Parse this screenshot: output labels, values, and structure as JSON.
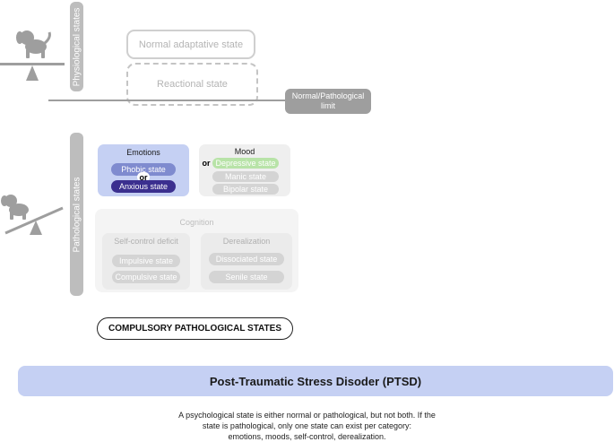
{
  "physiological": {
    "axis_label": "Physiological states",
    "normal_state": "Normal adaptative state",
    "reactional_state": "Reactional state",
    "limit_label_line1": "Normal/Pathological",
    "limit_label_line2": "limit"
  },
  "pathological": {
    "axis_label": "Pathological states",
    "emotions": {
      "title": "Emotions",
      "items": [
        "Phobic state",
        "Anxious state"
      ],
      "connector": "or"
    },
    "mood": {
      "title": "Mood",
      "connector": "or",
      "items": [
        "Depressive state",
        "Manic state",
        "Bipolar state"
      ]
    },
    "cognition": {
      "title": "Cognition",
      "self_control": {
        "title": "Self-control deficit",
        "items": [
          "Impulsive state",
          "Compulsive state"
        ]
      },
      "derealization": {
        "title": "Derealization",
        "items": [
          "Dissociated state",
          "Senile state"
        ]
      }
    }
  },
  "compulsory_label": "COMPULSORY PATHOLOGICAL STATES",
  "banner": "Post-Traumatic Stress Disoder (PTSD)",
  "footnote": {
    "line1": "A psychological state is either normal or pathological, but not both. If the",
    "line2": "state is pathological, only one state can exist per category:",
    "line3": "emotions, moods, self-control, derealization."
  },
  "icons": [
    "dog-icon",
    "seesaw-icon"
  ]
}
